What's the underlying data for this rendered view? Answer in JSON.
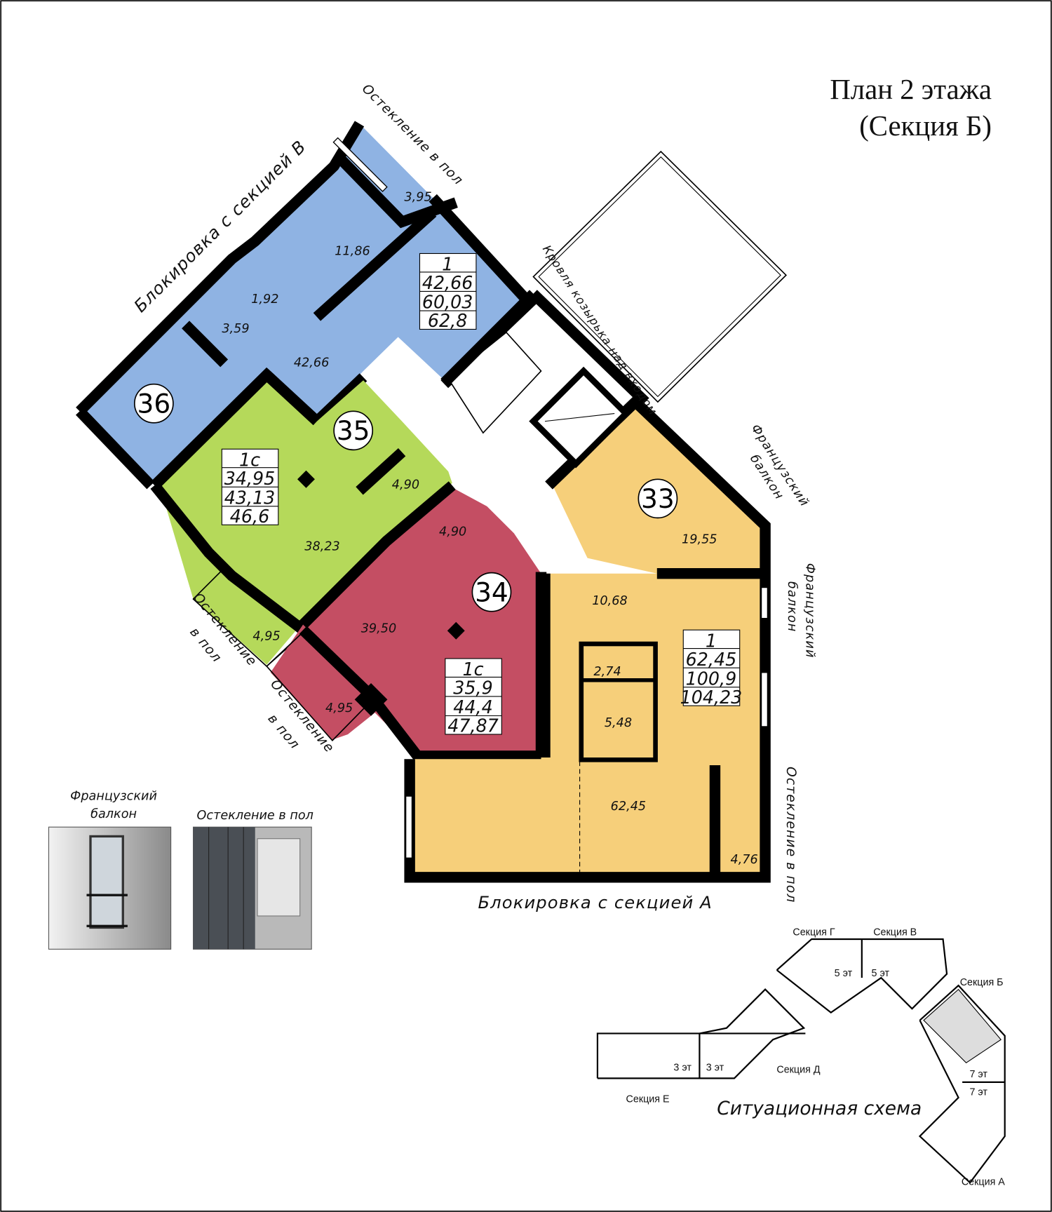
{
  "title": {
    "line1": "План 2 этажа",
    "line2": "(Секция Б)"
  },
  "colors": {
    "blue": "#8fb3e3",
    "green": "#b5d95a",
    "red": "#c44e63",
    "yellow": "#f6cf7a"
  },
  "notes": {
    "block_v": "Блокировка с секцией В",
    "block_a": "Блокировка с секцией А",
    "glazing": "Остекление в пол",
    "glazing_l1": "Остекление",
    "glazing_l2": "в пол",
    "canopy": "Кровля козырька над входом",
    "french_l1": "Французский",
    "french_l2": "балкон"
  },
  "apartments": [
    {
      "number": "36",
      "type": "1",
      "living": "42,66",
      "total": "60,03",
      "total_balcony": "62,8",
      "rooms": [
        "3,95",
        "11,86",
        "1,92",
        "3,59",
        "42,66"
      ]
    },
    {
      "number": "35",
      "type": "1с",
      "living": "34,95",
      "total": "43,13",
      "total_balcony": "46,6",
      "rooms": [
        "38,23",
        "4,90",
        "4,95"
      ]
    },
    {
      "number": "34",
      "type": "1с",
      "living": "35,9",
      "total": "44,4",
      "total_balcony": "47,87",
      "rooms": [
        "39,50",
        "4,90",
        "4,95"
      ]
    },
    {
      "number": "33",
      "type": "1",
      "living": "62,45",
      "total": "100,9",
      "total_balcony": "104,23",
      "rooms": [
        "19,55",
        "10,68",
        "2,74",
        "5,48",
        "62,45",
        "4,76"
      ]
    }
  ],
  "legend": {
    "french_l1": "Французский",
    "french_l2": "балкон",
    "glazing": "Остекление в пол"
  },
  "scheme": {
    "title": "Ситуационная схема",
    "sections": [
      "Секция Г",
      "Секция В",
      "Секция Б",
      "Секция Д",
      "Секция Е",
      "Секция А"
    ],
    "floors": [
      "5 эт",
      "5 эт",
      "3 эт",
      "3 эт",
      "7 эт",
      "7 эт"
    ]
  }
}
